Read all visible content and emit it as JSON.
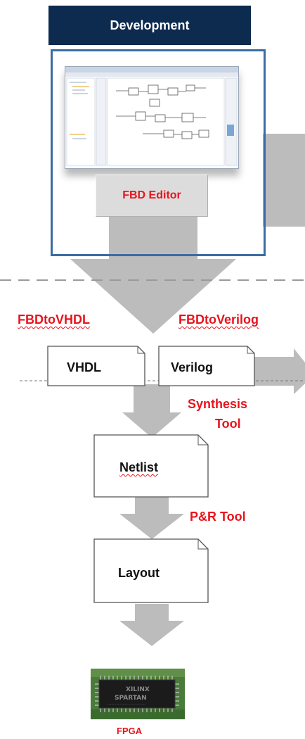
{
  "header": {
    "title": "Development"
  },
  "editor": {
    "label": "FBD Editor"
  },
  "converters": {
    "left": "FBDtoVHDL",
    "right": "FBDtoVerilog"
  },
  "documents": {
    "vhdl": "VHDL",
    "verilog": "Verilog",
    "netlist": "Netlist",
    "layout": "Layout"
  },
  "tools": {
    "synthesis_line1": "Synthesis",
    "synthesis_line2": "Tool",
    "pr": "P&R Tool"
  },
  "chip": {
    "brand": "XILINX",
    "family": "SPARTAN"
  },
  "output": {
    "label": "FPGA"
  },
  "colors": {
    "header_bg": "#0d2a4f",
    "frame_border": "#3a6da3",
    "arrow": "#bcbcbc",
    "label_red": "#e8141c",
    "dashed_line": "#9a9a9a"
  }
}
